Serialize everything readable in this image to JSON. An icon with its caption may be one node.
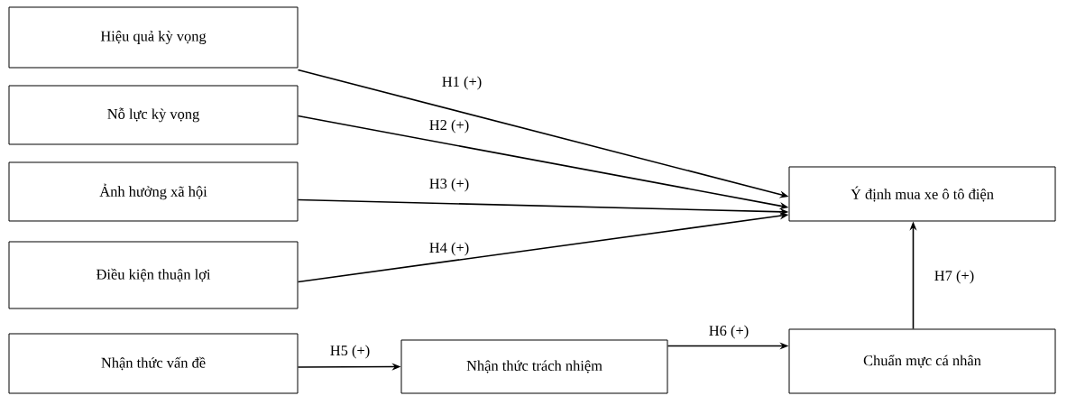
{
  "diagram": {
    "nodes": [
      {
        "text": [
          "Hiệu quả kỳ vọng"
        ]
      },
      {
        "text": [
          "Nỗ lực kỳ vọng"
        ]
      },
      {
        "text": [
          "Ảnh hưởng xã hội"
        ]
      },
      {
        "text": [
          "Điều kiện thuận lợi"
        ]
      },
      {
        "text": [
          "Ý định mua xe ô tô điện"
        ]
      },
      {
        "text": [
          "Nhận thức vấn đề"
        ]
      },
      {
        "text": [
          "Nhận thức trách nhiệm"
        ]
      },
      {
        "text": [
          "Chuẩn mực cá nhân"
        ]
      }
    ],
    "edges": [
      {
        "from": 0,
        "to": 4,
        "arrow": "to",
        "label": "H1 (+)"
      },
      {
        "from": 1,
        "to": 4,
        "arrow": "to",
        "label": "H2 (+)"
      },
      {
        "from": 2,
        "to": 4,
        "arrow": "to",
        "label": "H3 (+)"
      },
      {
        "from": 3,
        "to": 4,
        "arrow": "to",
        "label": "H4 (+)"
      },
      {
        "from": 5,
        "to": 6,
        "arrow": "to",
        "label": "H5 (+)"
      },
      {
        "from": 6,
        "to": 7,
        "arrow": "to",
        "label": "H6 (+)"
      },
      {
        "from": 7,
        "to": 4,
        "arrow": "to",
        "label": "H7 (+)"
      }
    ]
  }
}
